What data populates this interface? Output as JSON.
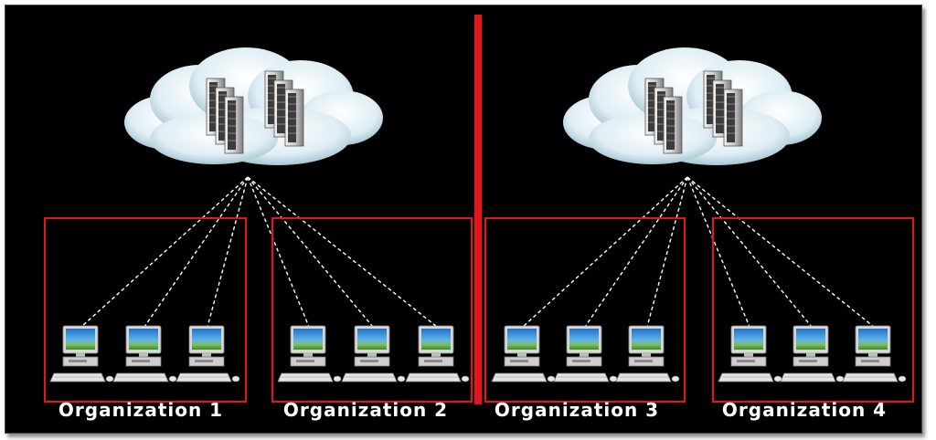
{
  "colors": {
    "background": "#000000",
    "divider": "#e8141b",
    "org_box": "#e8141b",
    "link": "#ffffff",
    "label": "#ffffff"
  },
  "clouds": [
    {
      "name": "cloud-1",
      "servers": 6
    },
    {
      "name": "cloud-2",
      "servers": 6
    }
  ],
  "organizations": [
    {
      "label": "Organization 1",
      "workstations": 3,
      "cloud": 0
    },
    {
      "label": "Organization 2",
      "workstations": 3,
      "cloud": 0
    },
    {
      "label": "Organization 3",
      "workstations": 3,
      "cloud": 1
    },
    {
      "label": "Organization 4",
      "workstations": 3,
      "cloud": 1
    }
  ]
}
